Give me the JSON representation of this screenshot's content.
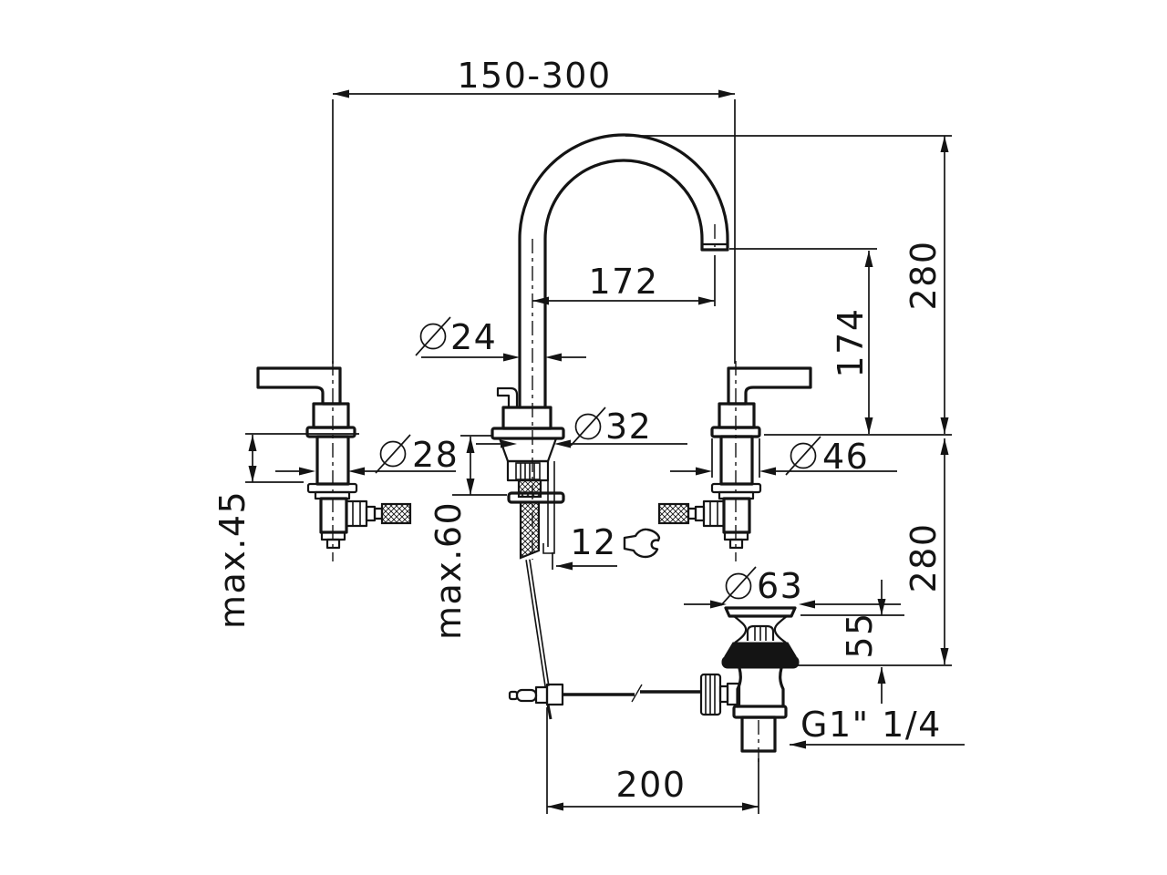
{
  "drawing": {
    "colors": {
      "line": "#141414",
      "background": "#ffffff"
    },
    "diameter_symbol": "⌀",
    "labels": {
      "center_distance": "150-300",
      "spout_reach": "172",
      "outlet_height": "174",
      "upper_height": "280",
      "lower_height": "280",
      "spout_tube_diameter": "24",
      "center_shank_diameter": "32",
      "handle_shank_diameter": "28",
      "handle_flange_diameter": "46",
      "drain_flange_diameter": "63",
      "drain_body_height": "55",
      "max_deck_thickness_handle": "max.45",
      "max_deck_thickness_spout": "max.60",
      "spanner_size": "12",
      "drain_thread": "G1\" 1/4",
      "drain_center_offset": "200"
    }
  }
}
